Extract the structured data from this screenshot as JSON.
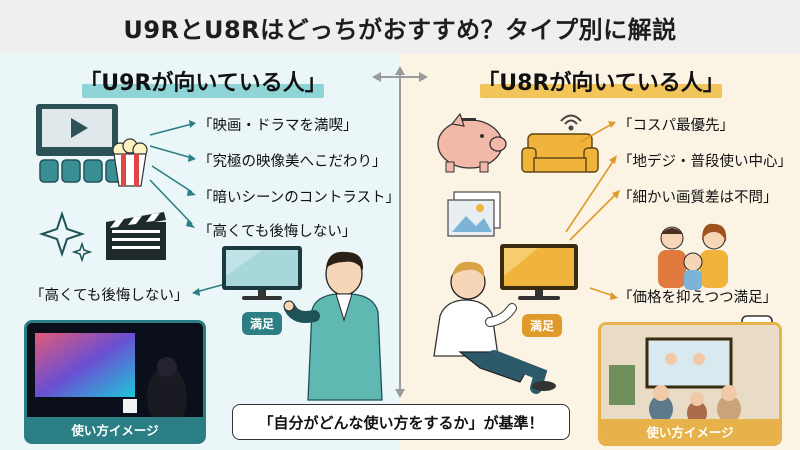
{
  "title": "U9RとU8Rはどっちがおすすめ？タイプ別に解説",
  "left": {
    "heading": "「U9Rが向いている人」",
    "items": [
      "「映画・ドラマを満喫」",
      "「究極の映像美へこだわり」",
      "「暗いシーンのコントラスト」",
      "「高くても後悔しない」"
    ],
    "lower_item": "「高くても後悔しない」",
    "badge": "満足",
    "photo_label": "使い方イメージ",
    "accent": "#2b7f84",
    "highlight": "#8fd4d6"
  },
  "right": {
    "heading": "「U8Rが向いている人」",
    "items": [
      "「コスパ最優先」",
      "「地デジ・普段使い中心」",
      "「細かい画質差は不問」",
      "「価格を抑えつつ満足」"
    ],
    "badge": "満足",
    "photo_label": "使い方イメージ",
    "accent": "#e7b24a",
    "highlight": "#f2c55a"
  },
  "footer": "「自分がどんな使い方をするか」が基準！",
  "icons": [
    "movie-screen-icon",
    "cinema-seats-icon",
    "popcorn-icon",
    "clapperboard-icon",
    "sparkle-icon",
    "tv-icon",
    "piggy-bank-icon",
    "sofa-icon",
    "wifi-signal-icon",
    "picture-icon",
    "family-icon",
    "smartphone-icon"
  ]
}
